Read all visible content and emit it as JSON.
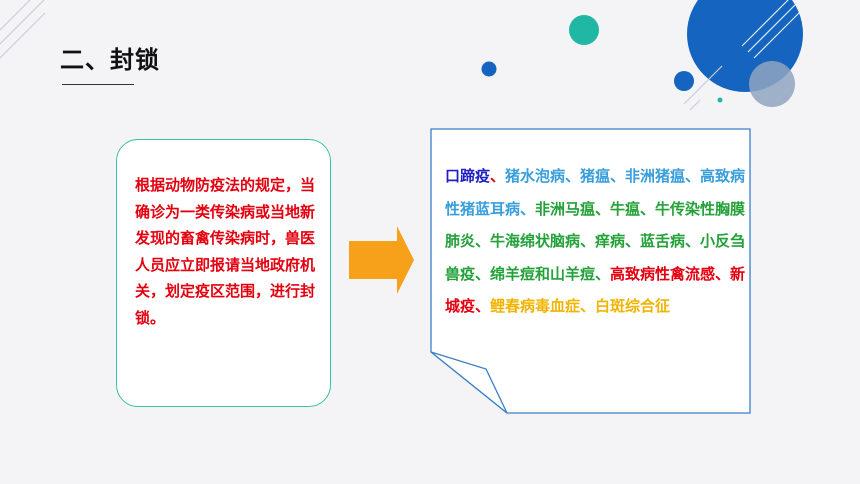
{
  "title": "二、封锁",
  "left_box": {
    "text": "根据动物防疫法的规定，当确诊为一类传染病或当地新发现的畜禽传染病时，兽医人员应立即报请当地政府机关，划定疫区范围，进行封锁。"
  },
  "disease_list": {
    "segments": [
      {
        "text": "口蹄疫",
        "color": "navy"
      },
      {
        "text": "、",
        "color": "red"
      },
      {
        "text": "猪水泡病、猪瘟、非洲猪瘟、高致病性猪蓝耳病、",
        "color": "sky"
      },
      {
        "text": "非洲马瘟、牛瘟、牛传染性胸膜肺炎、牛海绵状脑病、痒病、蓝舌病、小反刍兽疫、绵羊痘和山羊痘、",
        "color": "green"
      },
      {
        "text": "高致病性禽流感、新城疫、",
        "color": "red"
      },
      {
        "text": "鲤春病毒血症、白斑综合征",
        "color": "gold"
      }
    ]
  },
  "colors": {
    "navy": "#1f1fc4",
    "sky": "#3a9edb",
    "green": "#24a139",
    "red": "#e3000f",
    "gold": "#f0b400",
    "teal_border": "#3bbfa5",
    "arrow": "#f7a11a",
    "note_border": "#3a7fc8",
    "deco_blue": "#1565c0",
    "deco_teal": "#20b8a4"
  }
}
